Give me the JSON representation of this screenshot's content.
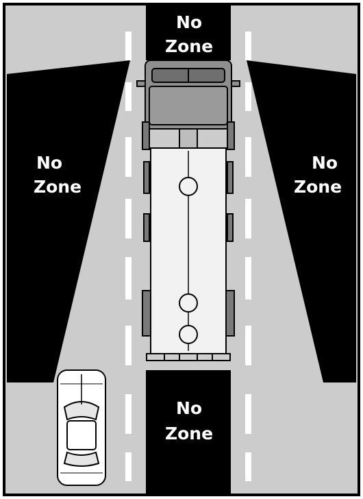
{
  "labels": {
    "top": [
      "No",
      "Zone"
    ],
    "left": [
      "No",
      "Zone"
    ],
    "right": [
      "No",
      "Zone"
    ],
    "bottom": [
      "No",
      "Zone"
    ]
  },
  "colors": {
    "road": "#cccccc",
    "no_zone": "#000000",
    "truck_cab": "#8f8f8f",
    "truck_trailer": "#f2f2f2",
    "lane_marking": "#ffffff",
    "outline": "#000000",
    "car": "#ffffff"
  }
}
